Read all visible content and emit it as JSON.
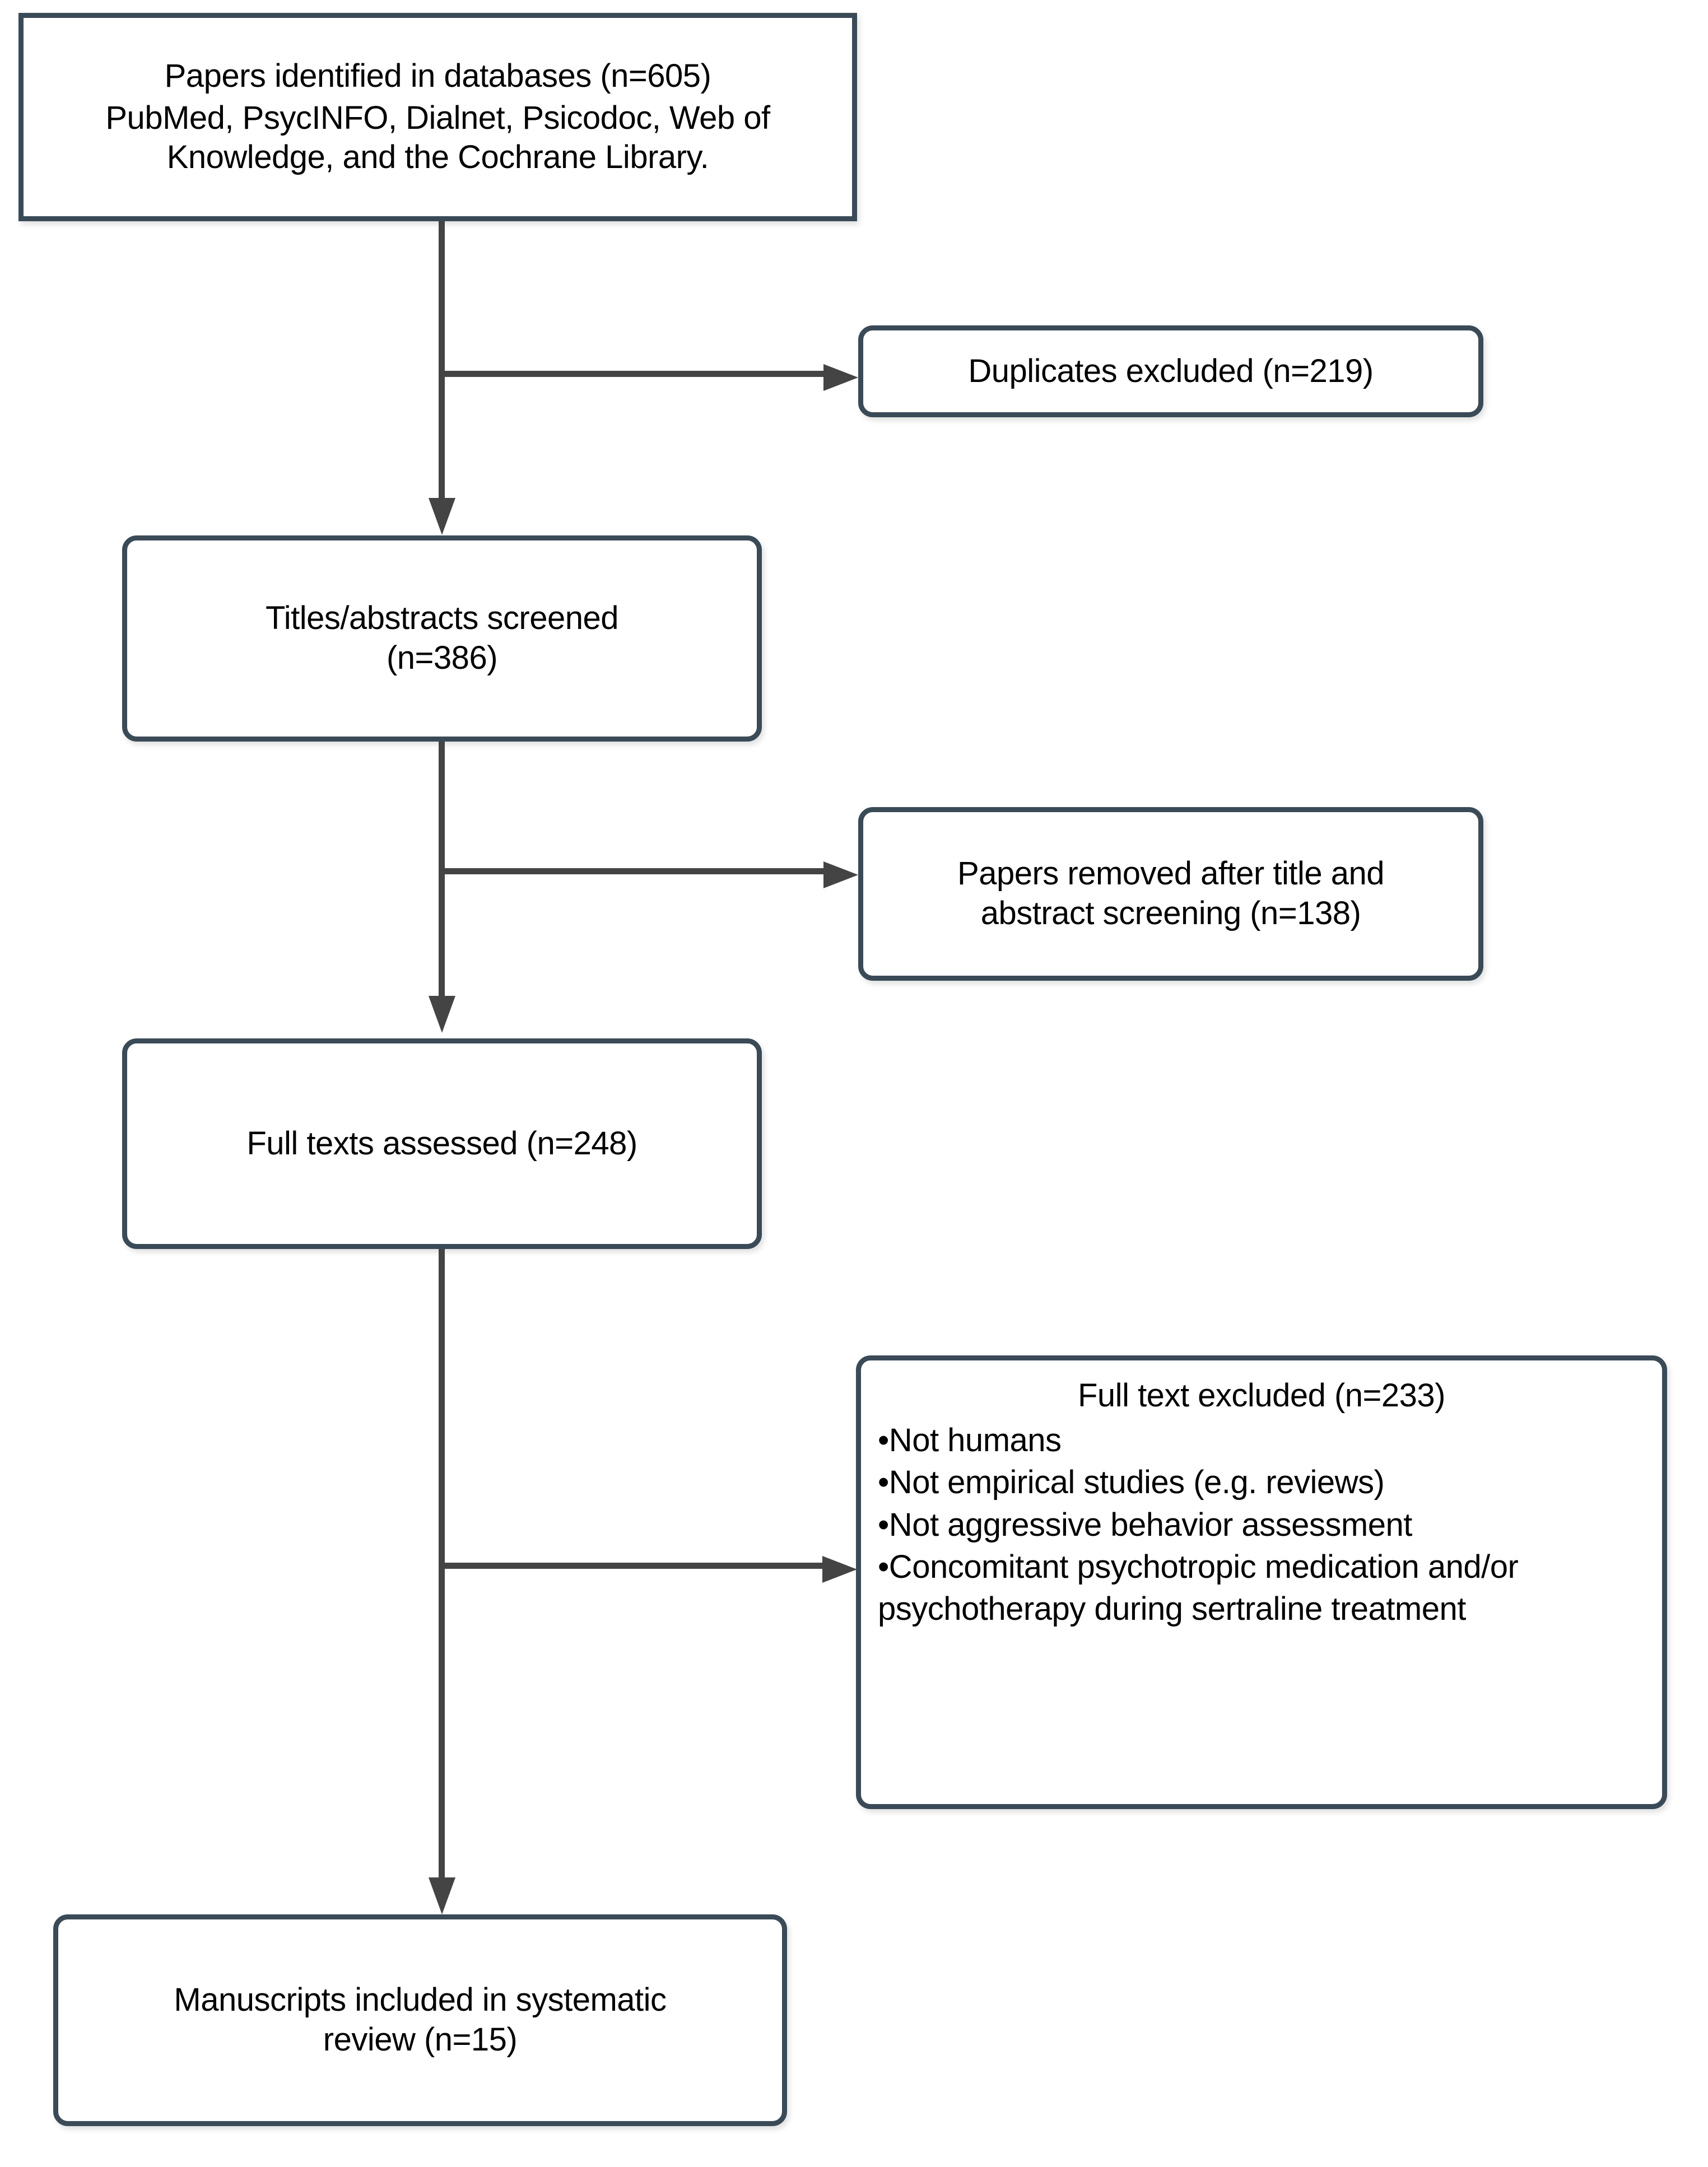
{
  "diagram": {
    "type": "prisma-flow-diagram",
    "accent_border_color": "#3a4a57",
    "connector_color": "#444444",
    "background_color": "#ffffff",
    "nodes": {
      "identified": {
        "title": "Papers identified in databases (n=605)",
        "detail": "PubMed, PsycINFO, Dialnet, Psicodoc, Web of Knowledge, and the Cochrane Library.",
        "count": 605
      },
      "duplicates_excluded": {
        "label": "Duplicates excluded (n=219)",
        "count": 219
      },
      "screened": {
        "line1": "Titles/abstracts screened",
        "line2": "(n=386)",
        "count": 386
      },
      "removed_after_screening": {
        "line1": "Papers removed after title and",
        "line2": "abstract screening (n=138)",
        "count": 138
      },
      "full_texts_assessed": {
        "label": "Full texts assessed (n=248)",
        "count": 248
      },
      "full_text_excluded": {
        "title": "Full text excluded (n=233)",
        "count": 233,
        "reasons": [
          "•Not humans",
          "•Not empirical studies (e.g. reviews)",
          "•Not aggressive behavior assessment",
          "•Concomitant psychotropic medication and/or psychotherapy during sertraline treatment"
        ]
      },
      "included": {
        "line1": "Manuscripts included in systematic",
        "line2": "review (n=15)",
        "count": 15
      }
    },
    "connectors": [
      {
        "name": "identified-to-screened",
        "kind": "arrow-down"
      },
      {
        "name": "identified-to-duplicates",
        "kind": "arrow-right"
      },
      {
        "name": "screened-to-full-texts",
        "kind": "arrow-down"
      },
      {
        "name": "screened-to-removed",
        "kind": "arrow-right"
      },
      {
        "name": "full-texts-to-included",
        "kind": "arrow-down"
      },
      {
        "name": "full-texts-to-excluded",
        "kind": "arrow-right"
      }
    ]
  }
}
